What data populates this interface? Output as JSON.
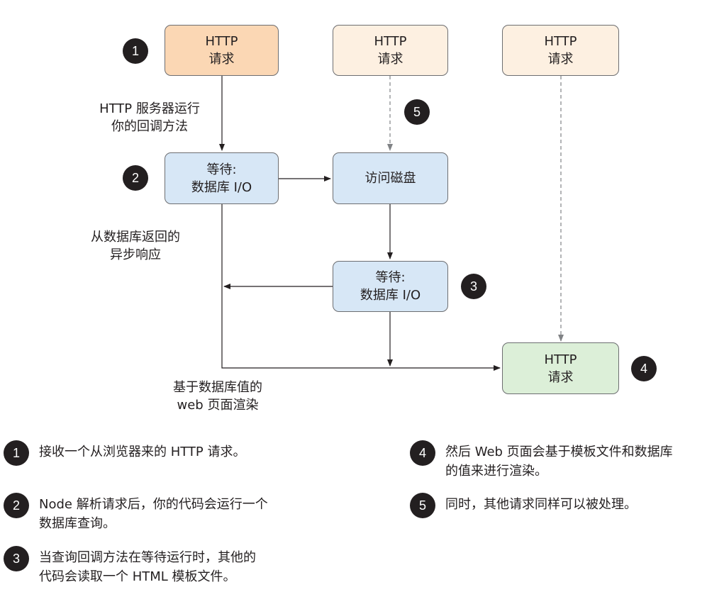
{
  "boxes": {
    "http_request_1": {
      "line1": "HTTP",
      "line2": "请求"
    },
    "http_request_2": {
      "line1": "HTTP",
      "line2": "请求"
    },
    "http_request_3": {
      "line1": "HTTP",
      "line2": "请求"
    },
    "wait_db_io_1": {
      "line1": "等待:",
      "line2": "数据库 I/O"
    },
    "disk_access": {
      "line1": "访问磁盘"
    },
    "wait_db_io_2": {
      "line1": "等待:",
      "line2": "数据库 I/O"
    },
    "http_response": {
      "line1": "HTTP",
      "line2": "请求"
    }
  },
  "badges": {
    "b1": "1",
    "b2": "2",
    "b3": "3",
    "b4": "4",
    "b5": "5"
  },
  "labels": {
    "callback": {
      "line1": "HTTP 服务器运行",
      "line2": "你的回调方法"
    },
    "async_response": {
      "line1": "从数据库返回的",
      "line2": "异步响应"
    },
    "render": {
      "line1": "基于数据库值的",
      "line2": "web 页面渲染"
    }
  },
  "legend": [
    {
      "number": "1",
      "line1": "接收一个从浏览器来的 HTTP 请求。",
      "line2": ""
    },
    {
      "number": "2",
      "line1": "Node 解析请求后，你的代码会运行一个",
      "line2": "数据库查询。"
    },
    {
      "number": "3",
      "line1": "当查询回调方法在等待运行时，其他的",
      "line2": "代码会读取一个 HTML 模板文件。"
    },
    {
      "number": "4",
      "line1": "然后 Web 页面会基于模板文件和数据库",
      "line2": "的值来进行渲染。"
    },
    {
      "number": "5",
      "line1": "同时，其他请求同样可以被处理。",
      "line2": ""
    }
  ],
  "colors": {
    "line": "#231f20",
    "dashed_line": "#808285",
    "orange_box": "#fbd7b4",
    "peach_box": "#fdf0e1",
    "blue_box": "#d7e7f6",
    "green_box": "#dcefd8"
  }
}
